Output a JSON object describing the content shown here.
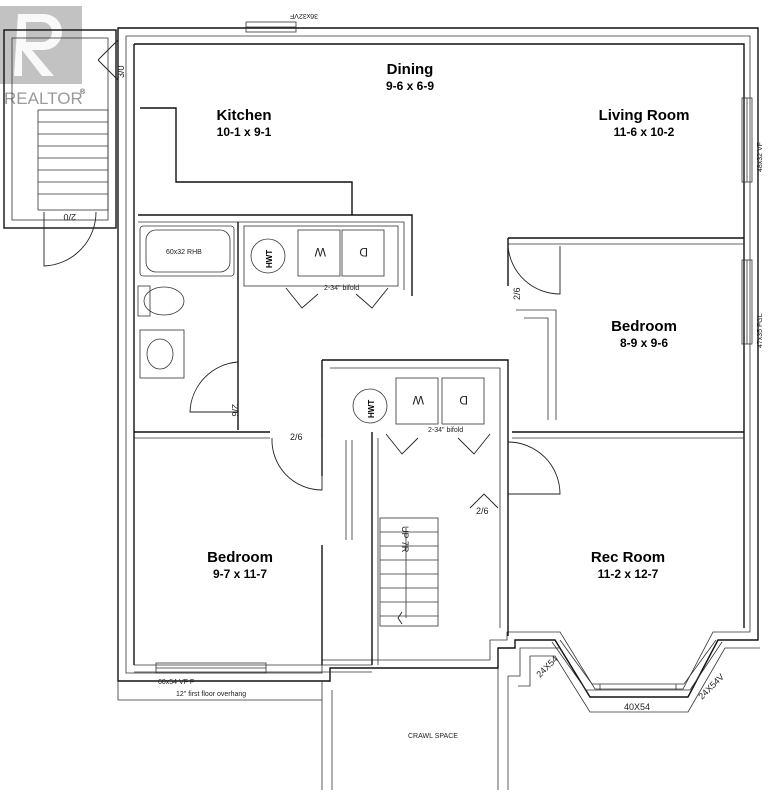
{
  "watermark": {
    "brand": "REALTOR",
    "mark": "®"
  },
  "rooms": {
    "dining": {
      "name": "Dining",
      "dims": "9-6 x 6-9"
    },
    "kitchen": {
      "name": "Kitchen",
      "dims": "10-1 x 9-1"
    },
    "living_room": {
      "name": "Living Room",
      "dims": "11-6 x 10-2"
    },
    "bedroom_east": {
      "name": "Bedroom",
      "dims": "8-9 x 9-6"
    },
    "bedroom_west": {
      "name": "Bedroom",
      "dims": "9-7 x 11-7"
    },
    "rec_room": {
      "name": "Rec Room",
      "dims": "11-2 x 12-7"
    },
    "crawl_space": {
      "name": "CRAWL SPACE"
    }
  },
  "fixtures": {
    "tub": "60x32 RHB",
    "hwt": "HWT",
    "washer": "W",
    "dryer": "D",
    "bifold_upper": "2-34\" bifold",
    "bifold_lower": "2-34\" bifold",
    "stair": "UP 7R"
  },
  "doors": {
    "d_3_0": "3/0",
    "d_2_0": "2/0",
    "d_2_6_living": "2/6",
    "d_2_6_bath": "2/6",
    "d_2_6_hall": "2/6",
    "d_2_6_rec": "2/6"
  },
  "windows": {
    "top": "36x32VF",
    "living": "48x32 VF",
    "bedroom": "47x35 FGL",
    "bedroom_west": "60x54 VF F",
    "bay_left": "24X54",
    "bay_center": "40X54",
    "bay_right": "24X54V"
  },
  "notes": {
    "overhang": "12\" first floor overhang"
  }
}
